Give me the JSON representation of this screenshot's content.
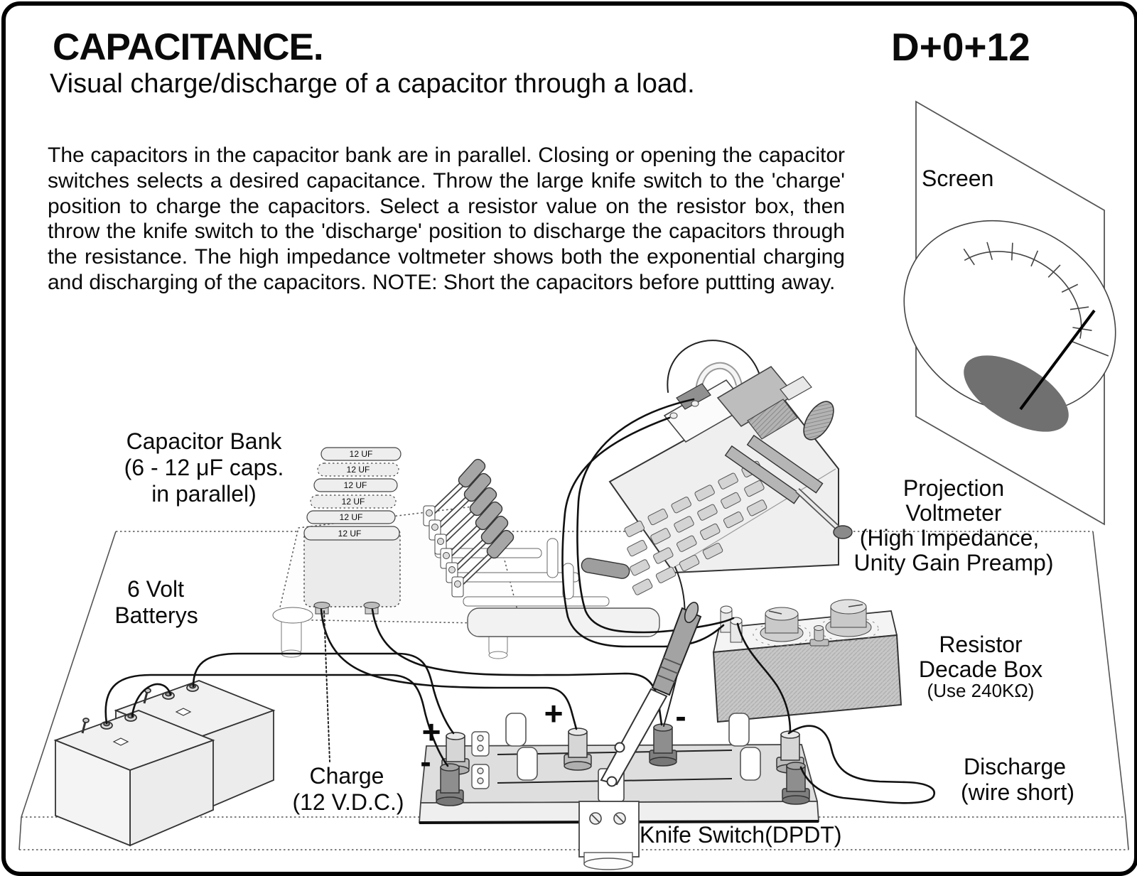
{
  "header": {
    "title": "CAPACITANCE.",
    "code": "D+0+12",
    "subtitle": "Visual charge/discharge of a capacitor through a load."
  },
  "description": "The capacitors in the capacitor bank are in parallel.  Closing or opening the capacitor switches selects a desired capacitance.  Throw the large knife switch to the 'charge' position to charge the capacitors.  Select a resistor value on the resistor box, then throw the knife switch to the 'discharge' position to discharge the capacitors through the resistance.  The high impedance voltmeter shows both the exponential charging and discharging of the capacitors. NOTE: Short the capacitors before puttting away.",
  "labels": {
    "screen": "Screen",
    "capacitor_bank_line1": "Capacitor Bank",
    "capacitor_bank_line2": "(6 - 12 μF caps.",
    "capacitor_bank_line3": "in parallel)",
    "capacitor_value": "12 UF",
    "batteries_line1": "6 Volt",
    "batteries_line2": "Batterys",
    "charge_line1": "Charge",
    "charge_line2": "(12 V.D.C.)",
    "knife_switch": "Knife Switch(DPDT)",
    "discharge_line1": "Discharge",
    "discharge_line2": "(wire short)",
    "resistor_line1": "Resistor",
    "resistor_line2": "Decade Box",
    "resistor_line3": "(Use 240KΩ)",
    "voltmeter_line1": "Projection",
    "voltmeter_line2": "Voltmeter",
    "voltmeter_line3": "(High Impedance,",
    "voltmeter_line4": "Unity Gain Preamp)",
    "plus": "+",
    "minus": "-"
  },
  "colors": {
    "ink": "#0a0a0a",
    "meter_shadow": "#707070",
    "panel_gray": "#dedede",
    "dark_post": "#8e8e8e",
    "light_post": "#d6d6d6",
    "handle_gray": "#a3a3a3",
    "box_front": "#c7c7c7"
  }
}
